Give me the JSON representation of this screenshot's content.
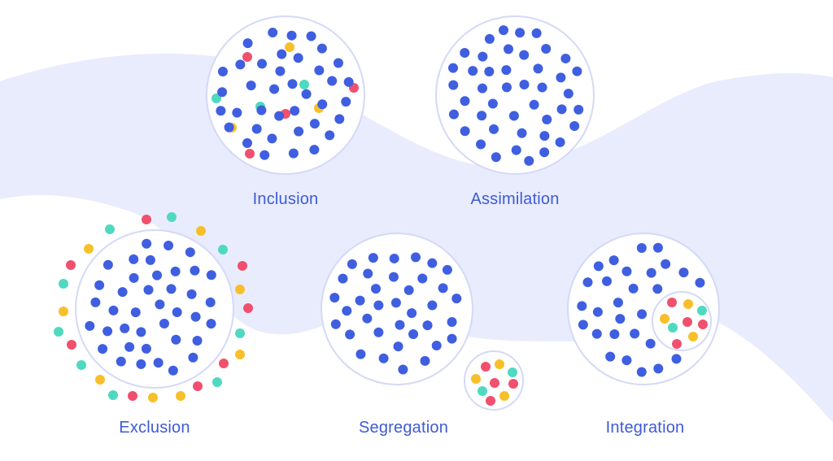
{
  "colors": {
    "background_wave": "#e9ecfd",
    "circle_fill": "#ffffff",
    "circle_stroke": "#d4d9f6",
    "label": "#3e5ad8",
    "majority_dot": "#3f5fe0",
    "minority_dots": [
      "#f0506e",
      "#f7c02a",
      "#4fd9c0"
    ]
  },
  "panels": [
    {
      "id": "inclusion",
      "label": "Inclusion"
    },
    {
      "id": "assimilation",
      "label": "Assimilation"
    },
    {
      "id": "exclusion",
      "label": "Exclusion"
    },
    {
      "id": "segregation",
      "label": "Segregation"
    },
    {
      "id": "integration",
      "label": "Integration"
    }
  ]
}
